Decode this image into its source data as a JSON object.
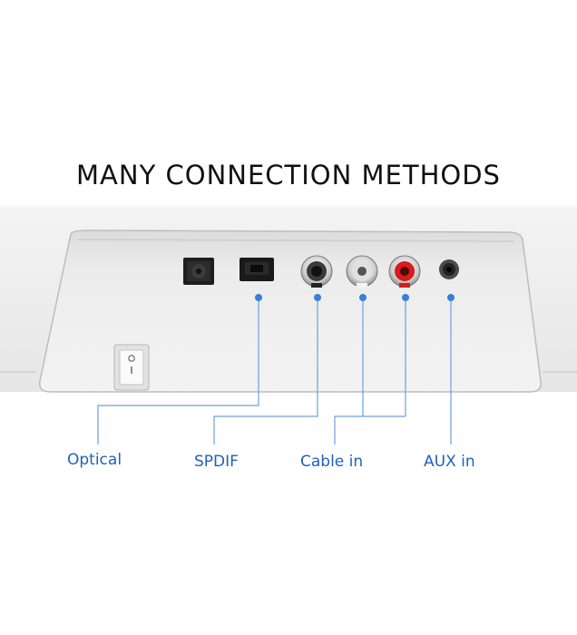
{
  "title": "MANY CONNECTION METHODS",
  "switch": {
    "mark": "O"
  },
  "ports": {
    "optical": "Optical",
    "spdif": "SPDIF",
    "cable_in": "Cable in",
    "aux_in": "AUX in"
  },
  "colors": {
    "callout": "#3a7fd6",
    "label": "#1f62b8",
    "panel": "#ededed",
    "red_port": "#d81b1b"
  }
}
